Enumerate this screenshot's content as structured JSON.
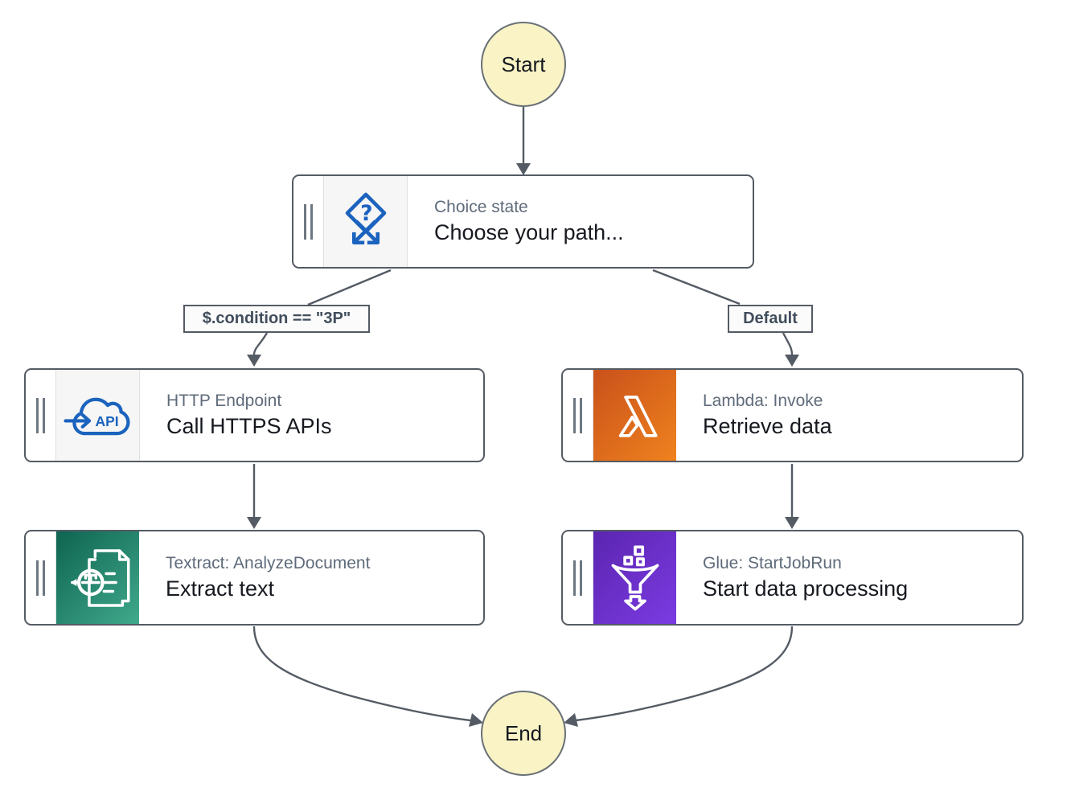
{
  "workflow": {
    "terminals": {
      "start": "Start",
      "end": "End"
    },
    "states": {
      "choice": {
        "service": "Choice state",
        "name": "Choose your path...",
        "icon": "branch-question-icon"
      },
      "http": {
        "service": "HTTP Endpoint",
        "name": "Call HTTPS APIs",
        "icon": "api-cloud-icon"
      },
      "lambda": {
        "service": "Lambda: Invoke",
        "name": "Retrieve data",
        "icon": "lambda-icon",
        "gradient": [
          "#C8511B",
          "#F0821E"
        ]
      },
      "textract": {
        "service": "Textract: AnalyzeDocument",
        "name": "Extract text",
        "icon": "document-scan-icon",
        "gradient": [
          "#0E6450",
          "#40A98C"
        ]
      },
      "glue": {
        "service": "Glue: StartJobRun",
        "name": "Start data processing",
        "icon": "funnel-icon",
        "gradient": [
          "#5B25B0",
          "#7B3BE2"
        ]
      }
    },
    "edge_labels": {
      "condition": "$.condition == \"3P\"",
      "default": "Default"
    },
    "colors": {
      "edge": "#545B64",
      "node_border": "#545B64",
      "terminal_fill": "#F9F3C5",
      "terminal_border": "#697077",
      "icon_blue": "#1B63BE",
      "service_text": "#5F6B7A",
      "state_name_text": "#16191F",
      "edge_label_text": "#414D5C"
    }
  }
}
